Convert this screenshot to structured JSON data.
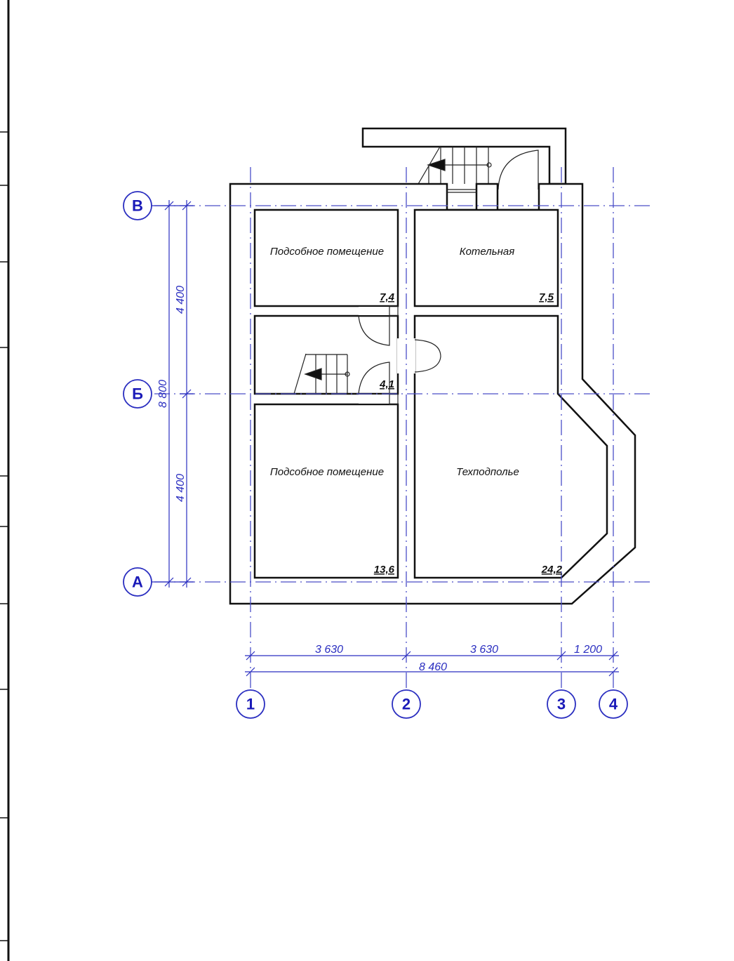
{
  "rooms": [
    {
      "name": "Подсобное помещение",
      "area": "7,4"
    },
    {
      "name": "Котельная",
      "area": "7,5"
    },
    {
      "name": "",
      "area": "4,1"
    },
    {
      "name": "Подсобное помещение",
      "area": "13,6"
    },
    {
      "name": "Техподполье",
      "area": "24,2"
    }
  ],
  "axes": {
    "rows": [
      "В",
      "Б",
      "А"
    ],
    "columns": [
      "1",
      "2",
      "3",
      "4"
    ]
  },
  "dimensions": {
    "horizontal": [
      "3 630",
      "3 630",
      "1 200"
    ],
    "horizontal_total": "8 460",
    "vertical": [
      "4 400",
      "4 400"
    ],
    "vertical_total": "8 800"
  },
  "colors": {
    "axis": "#4a4ec8",
    "wall": "#111111"
  }
}
